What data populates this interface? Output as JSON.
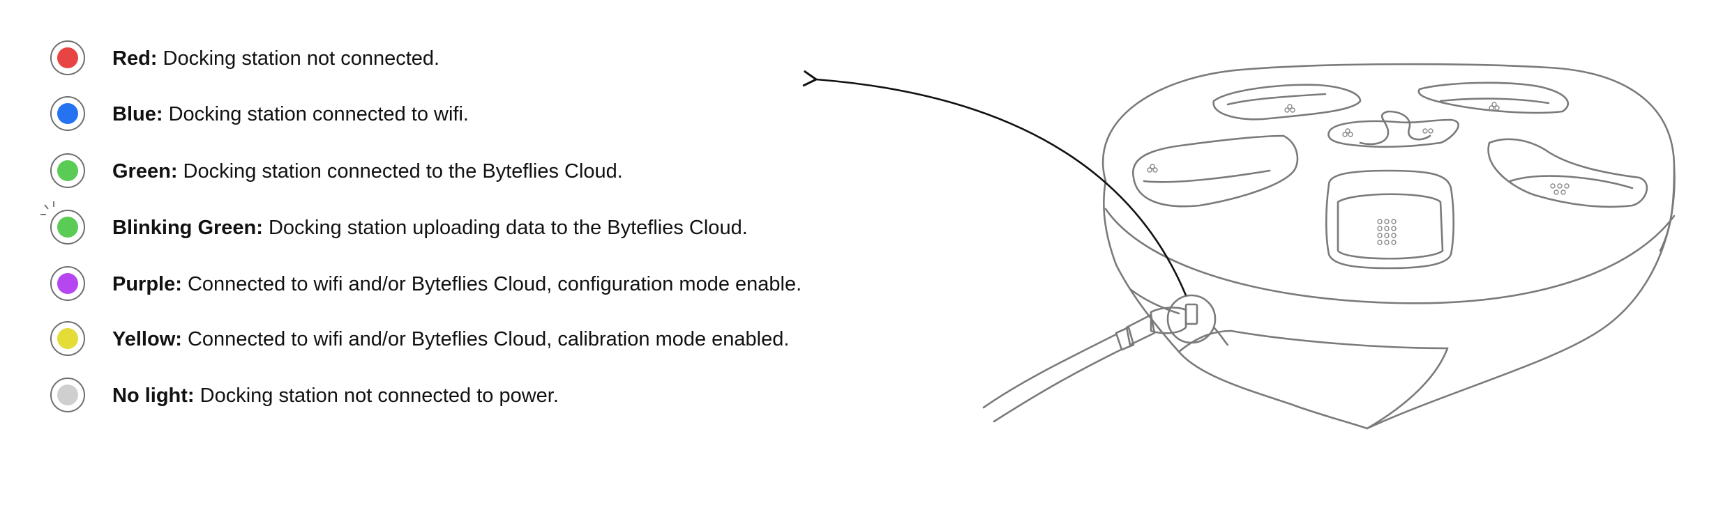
{
  "legend": {
    "items": [
      {
        "label": "Red:",
        "description": "Docking station not connected.",
        "color": "#e84444",
        "blinking": false
      },
      {
        "label": "Blue:",
        "description": "Docking station connected to wifi.",
        "color": "#2673f2",
        "blinking": false
      },
      {
        "label": "Green:",
        "description": "Docking station connected to the Byteflies Cloud.",
        "color": "#5acb55",
        "blinking": false
      },
      {
        "label": "Blinking Green:",
        "description": "Docking station uploading data to the Byteflies Cloud.",
        "color": "#5acb55",
        "blinking": true
      },
      {
        "label": "Purple:",
        "description": "Connected to wifi and/or Byteflies Cloud, configuration mode enable.",
        "color": "#b546f0",
        "blinking": false
      },
      {
        "label": "Yellow:",
        "description": "Connected to wifi and/or Byteflies Cloud, calibration mode enabled.",
        "color": "#e4dc37",
        "blinking": false
      },
      {
        "label": "No light:",
        "description": "Docking station not connected to power.",
        "color": "#cfcfcf",
        "blinking": false
      }
    ]
  },
  "illustration": {
    "subject": "docking-station",
    "line_color": "#7a7a7a",
    "arrow_color": "#111111"
  }
}
